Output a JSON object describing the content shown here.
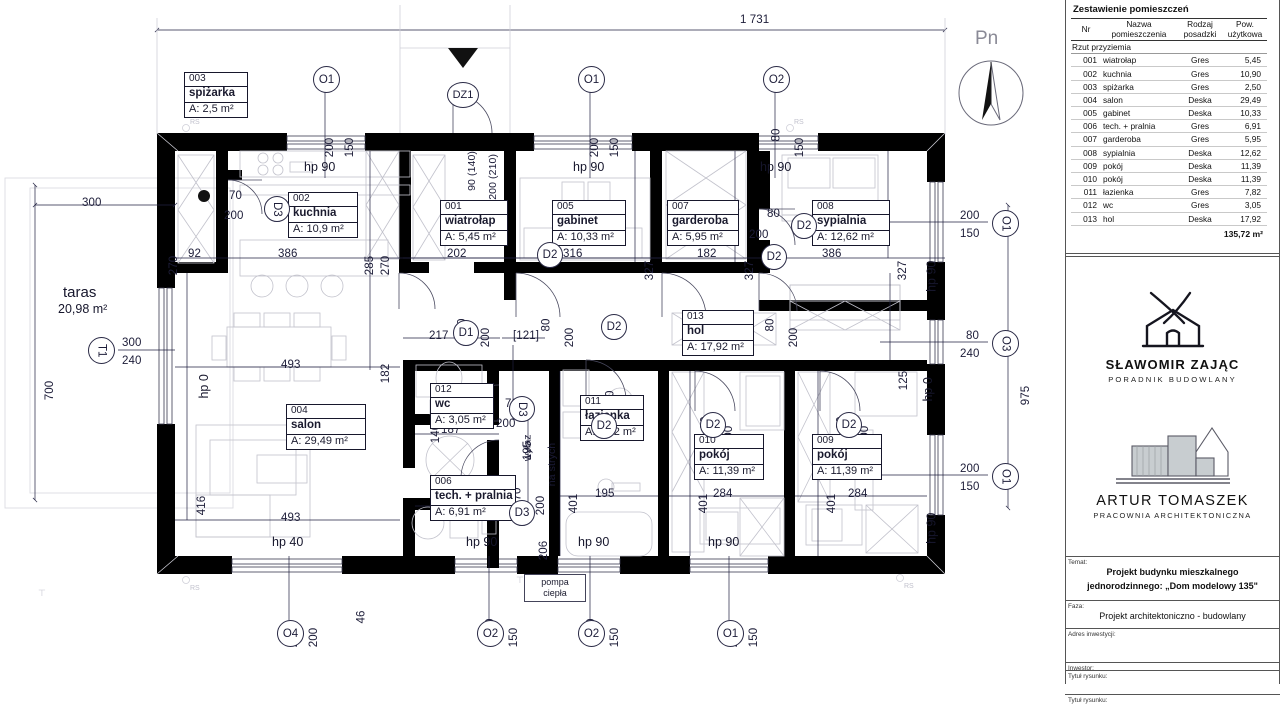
{
  "drawing": {
    "north_label": "Pn",
    "overall_width_dim": "1 731",
    "overall_height_dim": "975",
    "terrace": {
      "name": "taras",
      "area": "20,98 m²"
    },
    "attic_hatch": "wyłaz na strych",
    "heat_pump": "pompa ciepła",
    "rooms": [
      {
        "num": "001",
        "name": "wiatrołap",
        "area": "A: 5,45 m²"
      },
      {
        "num": "002",
        "name": "kuchnia",
        "area": "A: 10,9 m²"
      },
      {
        "num": "003",
        "name": "spiżarka",
        "area": "A: 2,5 m²"
      },
      {
        "num": "004",
        "name": "salon",
        "area": "A: 29,49 m²"
      },
      {
        "num": "005",
        "name": "gabinet",
        "area": "A: 10,33 m²"
      },
      {
        "num": "006",
        "name": "tech. + pralnia",
        "area": "A: 6,91 m²"
      },
      {
        "num": "007",
        "name": "garderoba",
        "area": "A: 5,95 m²"
      },
      {
        "num": "008",
        "name": "sypialnia",
        "area": "A: 12,62 m²"
      },
      {
        "num": "009",
        "name": "pokój",
        "area": "A: 11,39 m²"
      },
      {
        "num": "010",
        "name": "pokój",
        "area": "A: 11,39 m²"
      },
      {
        "num": "011",
        "name": "łazienka",
        "area": "A: 7,82 m²"
      },
      {
        "num": "012",
        "name": "wc",
        "area": "A: 3,05 m²"
      },
      {
        "num": "013",
        "name": "hol",
        "area": "A: 17,92 m²"
      }
    ],
    "window_marks": {
      "top_o1_a": "O1",
      "top_o1_b": "O1",
      "top_o2": "O2",
      "bot_o4": "O4",
      "bot_o2_a": "O2",
      "bot_o2_b": "O2",
      "bot_o1": "O1",
      "right_o1_a": "O1",
      "right_o3": "O3",
      "right_o1_b": "O1",
      "terrace_t1": "T1"
    },
    "door_marks": {
      "dz1": "DZ1",
      "d1_a": "D1",
      "d1_b": "D1",
      "d2_gabinet": "D2",
      "d2_hol": "D2",
      "d2_garderoba": "D2",
      "d2_sypialnia": "D2",
      "d2_lazienka": "D2",
      "d2_pokoj010": "D2",
      "d2_pokoj009": "D2",
      "d3_kuchnia": "D3",
      "d3_wc": "D3",
      "d3_tech": "D3"
    },
    "hp_labels": {
      "kuchnia": "hp 90",
      "gabinet": "hp 90",
      "sypialnia_top": "hp 90",
      "salon_left": "hp 0",
      "salon_bottom": "hp 40",
      "tech": "hp 90",
      "lazienka": "hp 90",
      "pokoj010": "hp 90",
      "right_sypialnia": "hp 90",
      "right_hol": "hp 0",
      "right_pokoj": "hp 90"
    }
  },
  "panel": {
    "schedule": {
      "title": "Zestawienie pomieszczeń",
      "headers": {
        "nr": "Nr",
        "name": "Nazwa pomieszczenia",
        "floor": "Rodzaj posadzki",
        "area": "Pow. użytkowa"
      },
      "section": "Rzut przyziemia",
      "rows": [
        {
          "nr": "001",
          "name": "wiatrołap",
          "floor": "Gres",
          "area": "5,45"
        },
        {
          "nr": "002",
          "name": "kuchnia",
          "floor": "Gres",
          "area": "10,90"
        },
        {
          "nr": "003",
          "name": "spiżarka",
          "floor": "Gres",
          "area": "2,50"
        },
        {
          "nr": "004",
          "name": "salon",
          "floor": "Deska",
          "area": "29,49"
        },
        {
          "nr": "005",
          "name": "gabinet",
          "floor": "Deska",
          "area": "10,33"
        },
        {
          "nr": "006",
          "name": "tech. + pralnia",
          "floor": "Gres",
          "area": "6,91"
        },
        {
          "nr": "007",
          "name": "garderoba",
          "floor": "Gres",
          "area": "5,95"
        },
        {
          "nr": "008",
          "name": "sypialnia",
          "floor": "Deska",
          "area": "12,62"
        },
        {
          "nr": "009",
          "name": "pokój",
          "floor": "Deska",
          "area": "11,39"
        },
        {
          "nr": "010",
          "name": "pokój",
          "floor": "Deska",
          "area": "11,39"
        },
        {
          "nr": "011",
          "name": "łazienka",
          "floor": "Gres",
          "area": "7,82"
        },
        {
          "nr": "012",
          "name": "wc",
          "floor": "Gres",
          "area": "3,05"
        },
        {
          "nr": "013",
          "name": "hol",
          "floor": "Deska",
          "area": "17,92"
        }
      ],
      "total": "135,72 m²"
    },
    "brand": {
      "name": "SŁAWOMIR ZAJĄC",
      "sub": "PORADNIK BUDOWLANY"
    },
    "studio": {
      "name": "ARTUR TOMASZEK",
      "sub": "PRACOWNIA ARCHITEKTONICZNA"
    },
    "titleblock": {
      "temat_label": "Temat:",
      "temat_l1": "Projekt budynku mieszkalnego",
      "temat_l2": "jednorodzinnego: „Dom modelowy 135\"",
      "faza_label": "Faza:",
      "faza_value": "Projekt architektoniczno - budowlany",
      "adres_label": "Adres inwestycji:",
      "inwestor_label": "Inwestor:",
      "tytul_label": "Tytuł rysunku:"
    }
  }
}
